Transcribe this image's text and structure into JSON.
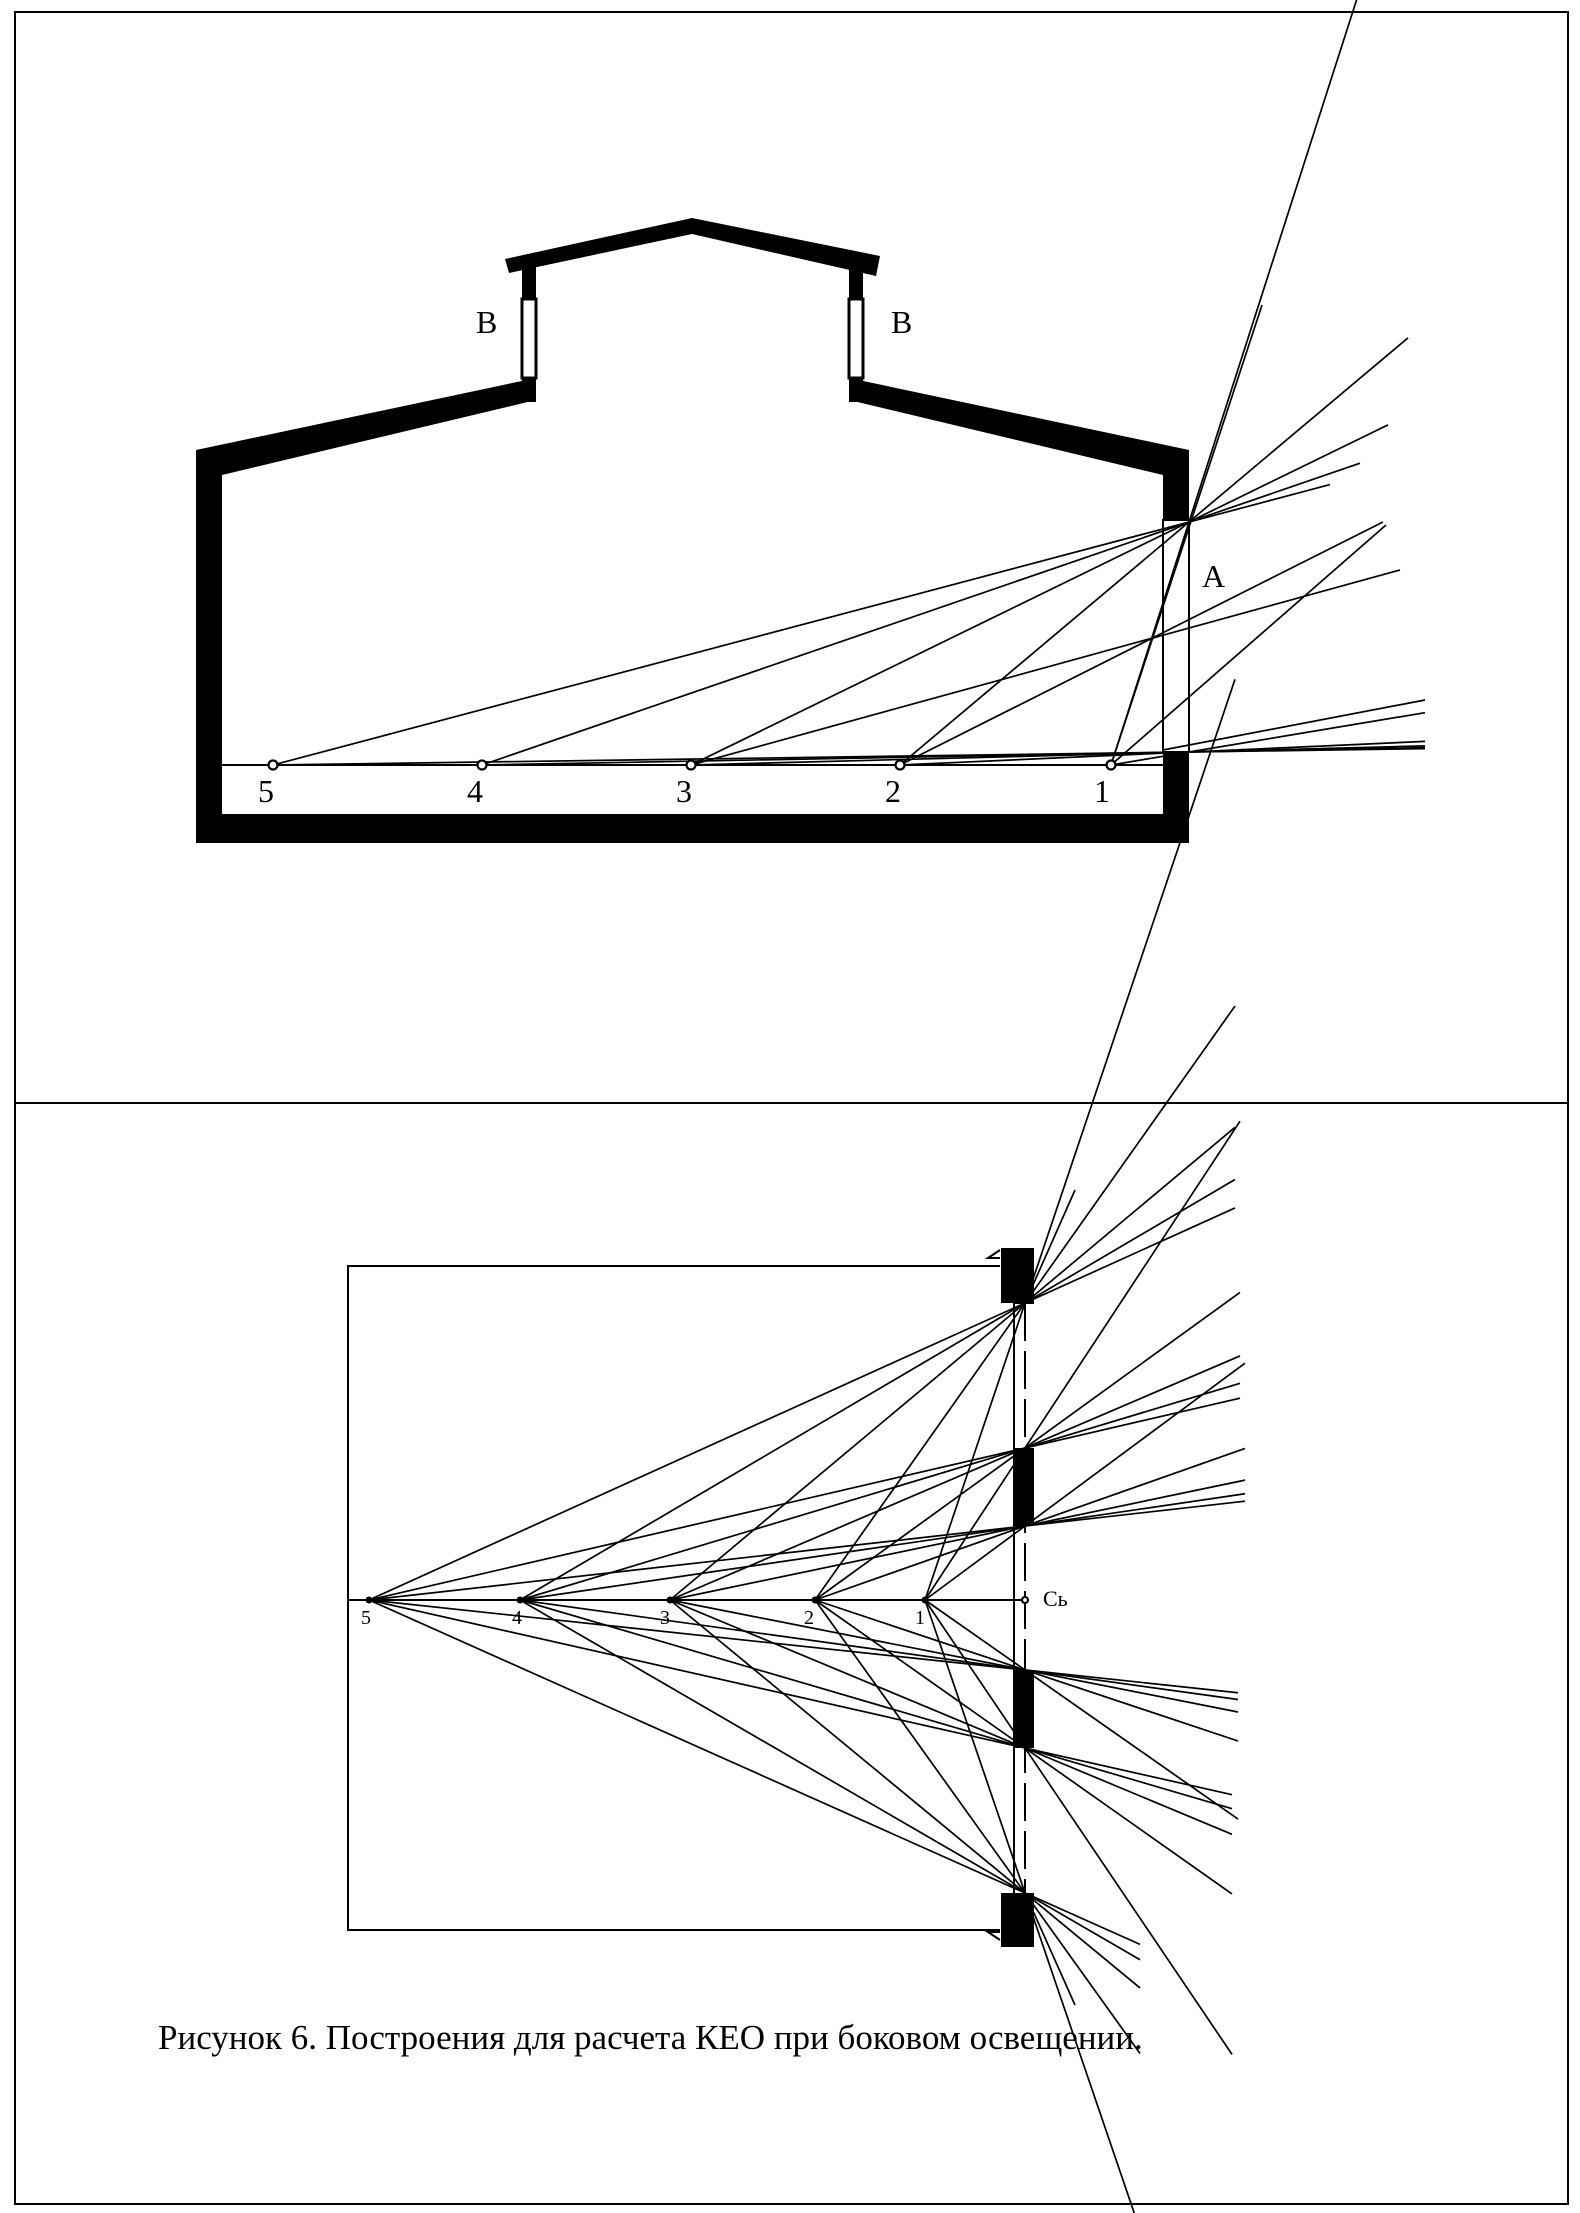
{
  "section": {
    "labels": {
      "top_windows": "В",
      "side_window": "А"
    },
    "points": [
      "5",
      "4",
      "3",
      "2",
      "1"
    ]
  },
  "plan": {
    "points": [
      "5",
      "4",
      "3",
      "2",
      "1"
    ],
    "reference_label": "Сь"
  },
  "caption": "Рисунок 6. Построения для расчета КЕО при боковом освещении."
}
